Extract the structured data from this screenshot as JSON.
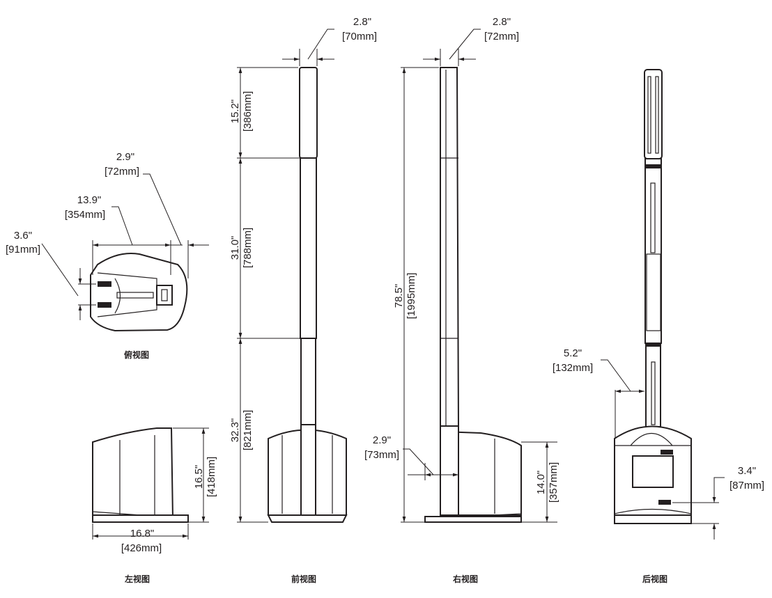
{
  "views": {
    "top": {
      "caption": "俯视图",
      "dims": [
        {
          "in": "2.9\"",
          "mm": "[72mm]"
        },
        {
          "in": "13.9\"",
          "mm": "[354mm]"
        },
        {
          "in": "3.6\"",
          "mm": "[91mm]"
        }
      ]
    },
    "left": {
      "caption": "左视图",
      "dims": [
        {
          "in": "16.5\"",
          "mm": "[418mm]"
        },
        {
          "in": "16.8\"",
          "mm": "[426mm]"
        }
      ]
    },
    "front": {
      "caption": "前视图",
      "dims": [
        {
          "in": "2.8\"",
          "mm": "[70mm]"
        },
        {
          "in": "15.2\"",
          "mm": "[386mm]"
        },
        {
          "in": "31.0\"",
          "mm": "[788mm]"
        },
        {
          "in": "32.3\"",
          "mm": "[821mm]"
        }
      ]
    },
    "right": {
      "caption": "右视图",
      "dims": [
        {
          "in": "2.8\"",
          "mm": "[72mm]"
        },
        {
          "in": "78.5\"",
          "mm": "[1995mm]"
        },
        {
          "in": "2.9\"",
          "mm": "[73mm]"
        },
        {
          "in": "14.0\"",
          "mm": "[357mm]"
        }
      ]
    },
    "back": {
      "caption": "后视图",
      "dims": [
        {
          "in": "5.2\"",
          "mm": "[132mm]"
        },
        {
          "in": "3.4\"",
          "mm": "[87mm]"
        }
      ]
    }
  }
}
